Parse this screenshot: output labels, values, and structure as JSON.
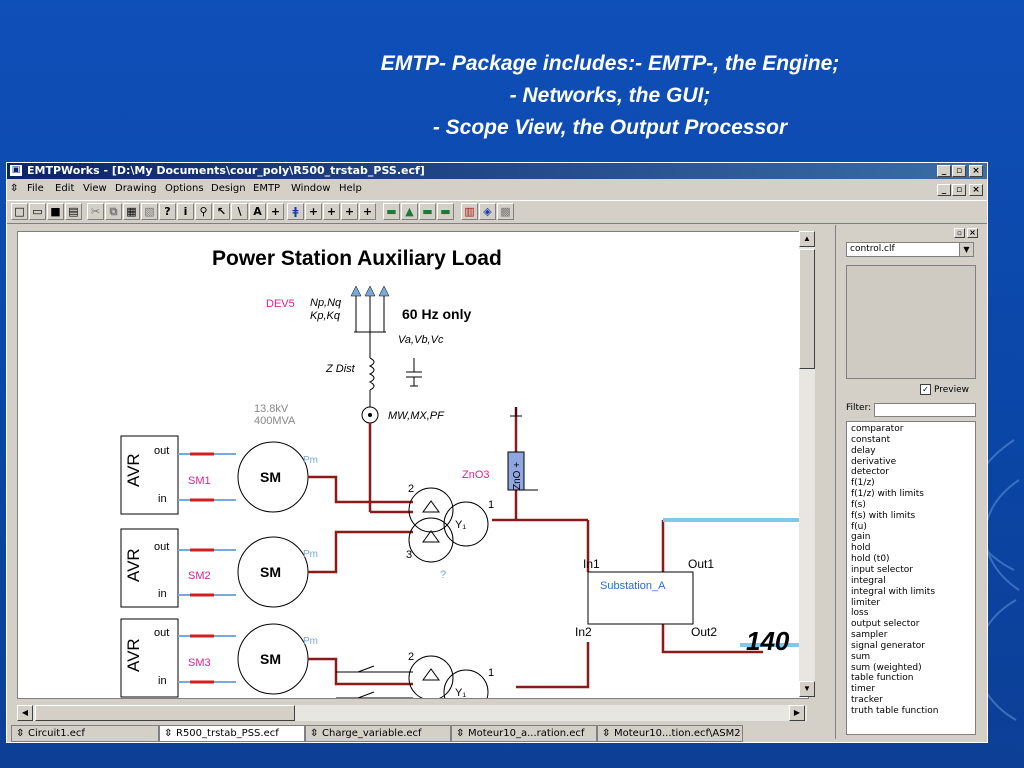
{
  "slide": {
    "title_line1": "EMTP- Package includes:- EMTP-, the Engine;",
    "title_line2": "- Networks, the GUI;",
    "title_line3": "- Scope View, the Output Processor"
  },
  "window": {
    "title": "EMTPWorks - [D:\\My Documents\\cour_poly\\R500_trstab_PSS.ecf]",
    "menu": [
      "File",
      "Edit",
      "View",
      "Drawing",
      "Options",
      "Design",
      "EMTP",
      "Window",
      "Help"
    ]
  },
  "diagram": {
    "title": "Power Station Auxiliary Load",
    "dev_label": "DEV5",
    "np_label": "Np,Nq",
    "kp_label": "Kp,Kq",
    "freq_note": "60 Hz only",
    "vabc_label": "Va,Vb,Vc",
    "zdist_label": "Z Dist",
    "rating_kv": "13.8kV",
    "rating_mva": "400MVA",
    "meter_label": "MW,MX,PF",
    "zno_label": "ZnO3",
    "zno_box": "ZnO +",
    "avr_label": "AVR",
    "out_label": "out",
    "in_label": "in",
    "sm_label": "SM",
    "pm_label": "Pm",
    "sm_names": [
      "SM1",
      "SM2",
      "SM3"
    ],
    "tr_labels": [
      "2",
      "3",
      "1",
      "2",
      "1"
    ],
    "question": "?",
    "substation": "Substation_A",
    "in1": "In1",
    "in2": "In2",
    "out1": "Out1",
    "out2": "Out2",
    "big_number": "140"
  },
  "tabs": [
    "Circuit1.ecf",
    "R500_trstab_PSS.ecf",
    "Charge_variable.ecf",
    "Moteur10_a...ration.ecf",
    "Moteur10...tion.ecf\\ASM2"
  ],
  "active_tab": 1,
  "panel": {
    "library": "control.clf",
    "preview_label": "Preview",
    "filter_label": "Filter:",
    "items": [
      "comparator",
      "constant",
      "delay",
      "derivative",
      "detector",
      "f(1/z)",
      "f(1/z) with limits",
      "f(s)",
      "f(s) with limits",
      "f(u)",
      "gain",
      "hold",
      "hold (t0)",
      "input selector",
      "integral",
      "integral with limits",
      "limiter",
      "loss",
      "output selector",
      "sampler",
      "signal generator",
      "sum",
      "sum (weighted)",
      "table function",
      "timer",
      "tracker",
      "truth table function"
    ]
  },
  "colors": {
    "slide_bg": "#0f4fb8",
    "wire": "#8b1a1a",
    "sm_label": "#e0208f",
    "label_blue": "#2a6bd8",
    "port_red": "#d21e1e",
    "arrow_blue": "#7aa8d8",
    "cyan_line": "#7fc8e8"
  }
}
